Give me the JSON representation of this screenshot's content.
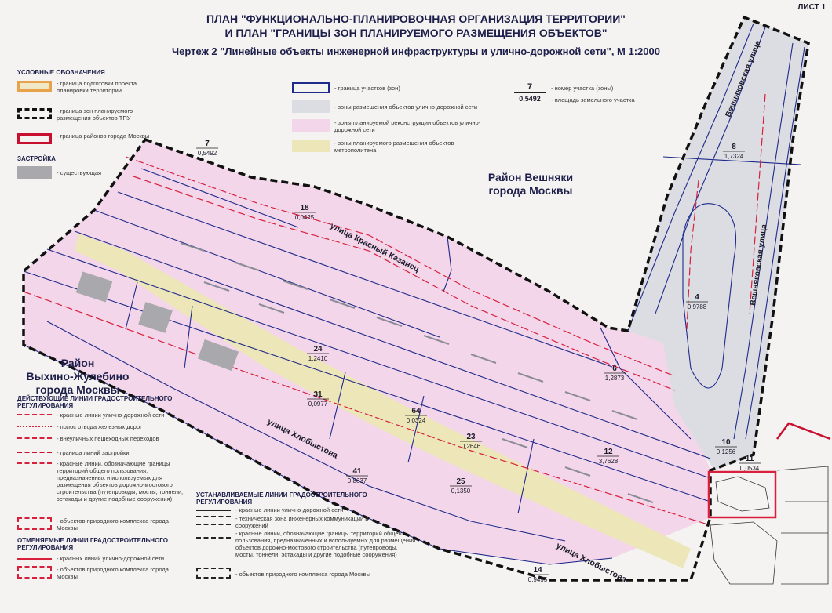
{
  "sheet_label": "ЛИСТ 1",
  "title_line1": "ПЛАН \"ФУНКЦИОНАЛЬНО-ПЛАНИРОВОЧНАЯ ОРГАНИЗАЦИЯ ТЕРРИТОРИИ\"",
  "title_line2": "И ПЛАН  \"ГРАНИЦЫ ЗОН ПЛАНИРУЕМОГО РАЗМЕЩЕНИЯ ОБЪЕКТОВ\"",
  "title_line3": "Чертеж 2 \"Линейные объекты инженерной инфраструктуры и улично-дорожной сети\", М 1:2000",
  "legend": {
    "heading": "УСЛОВНЫЕ ОБОЗНАЧЕНИЯ",
    "boundary_project": "- граница подготовки проекта планировки территории",
    "boundary_tpu": "- граница зон планируемого размещения объектов ТПУ",
    "boundary_district": "- граница районов города Москвы",
    "buildings_heading": "ЗАСТРОЙКА",
    "existing": "- существующая",
    "plot_boundary": "- граница участков (зон)",
    "road_zone": "- зоны размещения объектов улично-дорожной сети",
    "reconstruction_zone": "- зоны планируемой реконструкции объектов улично-дорожной сети",
    "metro_zone": "- зоны планируемого размещения объектов метрополитена",
    "plot_number_sample": "7",
    "plot_area_sample": "0,5492",
    "plot_number_label": "- номер участка (зоны)",
    "plot_area_label": "- площадь земельного участка"
  },
  "legend2": {
    "heading_current": "ДЕЙСТВУЮЩИЕ ЛИНИИ ГРАДОСТРОИТЕЛЬНОГО РЕГУЛИРОВАНИЯ",
    "red_lines": "- красные линии улично-дорожной сети",
    "rail_strip": "- полос отвода железных дорог",
    "ped_crossings": "- внеуличных пешеходных переходов",
    "building_line": "- граница линий застройки",
    "red_lines_public": "- красные линии, обозначающие границы территорий общего пользования, предназначенных и используемых для размещения объектов дорожно-мостового строительства (путепроводы, мосты, тоннели, эстакады и другие подобные сооружения)",
    "nature_objects": "- объектов природного комплекса города Москвы",
    "heading_cancel": "ОТМЕНЯЕМЫЕ ЛИНИИ ГРАДОСТРОИТЕЛЬНОГО РЕГУЛИРОВАНИЯ",
    "cancel_red": "- красных линий улично-дорожной сети",
    "cancel_nature": "- объектов природного комплекса города Москвы",
    "heading_new": "УСТАНАВЛИВАЕМЫЕ ЛИНИИ ГРАДОСТРОИТЕЛЬНОГО РЕГУЛИРОВАНИЯ",
    "new_red": "- красные линии улично-дорожной сети",
    "new_tech": "- техническая зона инженерных коммуникаций и сооружений",
    "new_public": "- красные линии, обозначающие границы территорий общего пользования, предназначенных и используемых для размещения объектов дорожно-мостового строительства (путепроводы, мосты, тоннели, эстакады и другие подобные сооружения)",
    "new_nature": "- объектов природного комплекса города Москвы"
  },
  "districts": {
    "veshnyaki_1": "Район Вешняки",
    "veshnyaki_2": "города Москвы",
    "vykhino_1": "Район",
    "vykhino_2": "Выхино-Жулебино",
    "vykhino_3": "города Москвы"
  },
  "streets": {
    "krasny_kazanets": "улица Красный Казанец",
    "veshnyakovskaya_top": "Вешняковская улица",
    "veshnyakovskaya_mid": "Вешняковская улица",
    "khlobystova_1": "улица Хлобыстова",
    "khlobystova_2": "улица Хлобыстова"
  },
  "plots": [
    {
      "num": "7",
      "area": "0,5492"
    },
    {
      "num": "8",
      "area": "1,7324"
    },
    {
      "num": "18",
      "area": "0,0425"
    },
    {
      "num": "4",
      "area": "0,9788"
    },
    {
      "num": "24",
      "area": "1,2410"
    },
    {
      "num": "6",
      "area": "1,2873"
    },
    {
      "num": "31",
      "area": "0,0977"
    },
    {
      "num": "64",
      "area": "0,0324"
    },
    {
      "num": "23",
      "area": "0,2646"
    },
    {
      "num": "10",
      "area": "0,1256"
    },
    {
      "num": "11",
      "area": "0,0534"
    },
    {
      "num": "12",
      "area": "3,7628"
    },
    {
      "num": "41",
      "area": "0,8637"
    },
    {
      "num": "25",
      "area": "0,1350"
    },
    {
      "num": "14",
      "area": "0,9495"
    }
  ],
  "colors": {
    "pink_zone": "#f3d6ea",
    "grey_zone": "#dcdde3",
    "metro_zone": "#ede6b8",
    "plot_line": "#1f2a8a",
    "red_line": "#d81f3c",
    "district_line": "#c8102e",
    "building": "#a9a9ad"
  }
}
